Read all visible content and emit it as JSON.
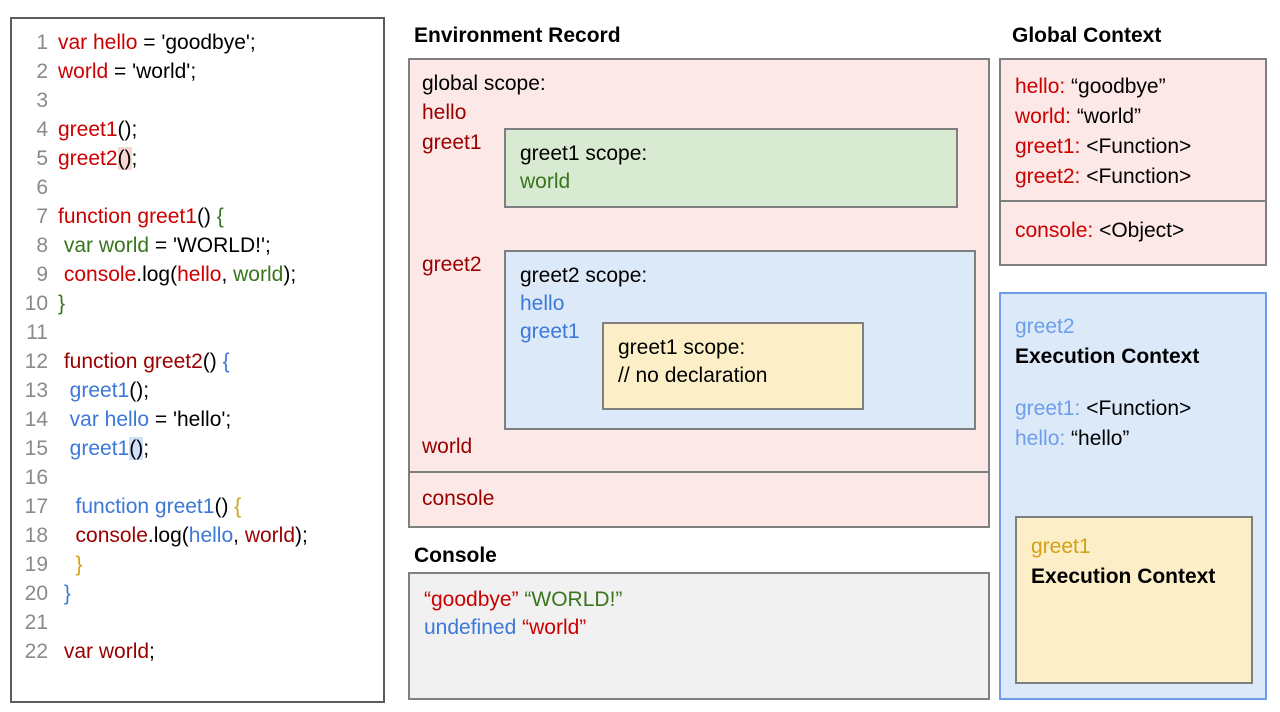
{
  "code_panel": {
    "name": "javascript-source-code",
    "lines": [
      {
        "n": "1",
        "tokens": [
          {
            "t": "var hello",
            "c": "red"
          },
          {
            "t": " = 'goodbye';",
            "c": "black"
          }
        ]
      },
      {
        "n": "2",
        "tokens": [
          {
            "t": "world",
            "c": "red"
          },
          {
            "t": " = 'world';",
            "c": "black"
          }
        ]
      },
      {
        "n": "3",
        "tokens": []
      },
      {
        "n": "4",
        "tokens": [
          {
            "t": "greet1",
            "c": "red"
          },
          {
            "t": "()",
            "c": "black"
          },
          {
            "t": ";",
            "c": "black"
          }
        ]
      },
      {
        "n": "5",
        "tokens": [
          {
            "t": "greet2",
            "c": "red"
          },
          {
            "t": "()",
            "c": "black",
            "hl": "pink"
          },
          {
            "t": ";",
            "c": "black"
          }
        ]
      },
      {
        "n": "6",
        "tokens": []
      },
      {
        "n": "7",
        "tokens": [
          {
            "t": "function greet1",
            "c": "red"
          },
          {
            "t": "() ",
            "c": "black"
          },
          {
            "t": "{",
            "c": "green"
          }
        ]
      },
      {
        "n": "8",
        "tokens": [
          {
            "t": " ",
            "c": "black"
          },
          {
            "t": "var world",
            "c": "green"
          },
          {
            "t": " = 'WORLD!';",
            "c": "black"
          }
        ]
      },
      {
        "n": "9",
        "tokens": [
          {
            "t": " ",
            "c": "black"
          },
          {
            "t": "console",
            "c": "red"
          },
          {
            "t": ".log(",
            "c": "black"
          },
          {
            "t": "hello",
            "c": "red"
          },
          {
            "t": ", ",
            "c": "black"
          },
          {
            "t": "world",
            "c": "green"
          },
          {
            "t": ");",
            "c": "black"
          }
        ]
      },
      {
        "n": "10",
        "tokens": [
          {
            "t": "}",
            "c": "green"
          }
        ]
      },
      {
        "n": "11",
        "tokens": []
      },
      {
        "n": "12",
        "tokens": [
          {
            "t": " ",
            "c": "black"
          },
          {
            "t": "function greet2",
            "c": "darkred"
          },
          {
            "t": "() ",
            "c": "black"
          },
          {
            "t": "{",
            "c": "blue"
          }
        ]
      },
      {
        "n": "13",
        "tokens": [
          {
            "t": "  ",
            "c": "black"
          },
          {
            "t": "greet1",
            "c": "blue"
          },
          {
            "t": "();",
            "c": "black"
          }
        ]
      },
      {
        "n": "14",
        "tokens": [
          {
            "t": "  ",
            "c": "black"
          },
          {
            "t": "var hello",
            "c": "blue"
          },
          {
            "t": " = 'hello';",
            "c": "black"
          }
        ]
      },
      {
        "n": "15",
        "tokens": [
          {
            "t": "  ",
            "c": "black"
          },
          {
            "t": "greet1",
            "c": "blue"
          },
          {
            "t": "()",
            "c": "black",
            "hl": "blue"
          },
          {
            "t": ";",
            "c": "black"
          }
        ]
      },
      {
        "n": "16",
        "tokens": []
      },
      {
        "n": "17",
        "tokens": [
          {
            "t": "   ",
            "c": "black"
          },
          {
            "t": "function greet1",
            "c": "blue"
          },
          {
            "t": "() ",
            "c": "black"
          },
          {
            "t": "{",
            "c": "gold"
          }
        ]
      },
      {
        "n": "18",
        "tokens": [
          {
            "t": "   ",
            "c": "black"
          },
          {
            "t": "console",
            "c": "darkred"
          },
          {
            "t": ".log(",
            "c": "black"
          },
          {
            "t": "hello",
            "c": "blue"
          },
          {
            "t": ", ",
            "c": "black"
          },
          {
            "t": "world",
            "c": "darkred"
          },
          {
            "t": ");",
            "c": "black"
          }
        ]
      },
      {
        "n": "19",
        "tokens": [
          {
            "t": "   ",
            "c": "black"
          },
          {
            "t": "}",
            "c": "gold"
          }
        ]
      },
      {
        "n": "20",
        "tokens": [
          {
            "t": " ",
            "c": "black"
          },
          {
            "t": "}",
            "c": "blue"
          }
        ]
      },
      {
        "n": "21",
        "tokens": []
      },
      {
        "n": "22",
        "tokens": [
          {
            "t": " ",
            "c": "black"
          },
          {
            "t": "var world",
            "c": "darkred"
          },
          {
            "t": ";",
            "c": "black"
          }
        ]
      }
    ]
  },
  "environment_record": {
    "title": "Environment Record",
    "global_scope_label": "global scope:",
    "global_names": [
      {
        "label": "hello",
        "color": "darkred"
      },
      {
        "label": "greet1",
        "color": "darkred"
      },
      {
        "label": "greet2",
        "color": "darkred"
      },
      {
        "label": "world",
        "color": "darkred"
      }
    ],
    "greet1_scope": {
      "title": "greet1 scope:",
      "entries": [
        {
          "label": "world",
          "color": "green"
        }
      ]
    },
    "greet2_scope": {
      "title": "greet2 scope:",
      "entries": [
        {
          "label": "hello",
          "color": "blue"
        },
        {
          "label": "greet1",
          "color": "blue"
        }
      ],
      "inner_greet1_scope": {
        "title": "greet1 scope:",
        "comment": "// no declaration"
      }
    },
    "console_entry": "console"
  },
  "console_panel": {
    "title": "Console",
    "lines": [
      [
        {
          "t": "“goodbye”",
          "c": "red"
        },
        {
          "t": " ",
          "c": "black"
        },
        {
          "t": "“WORLD!”",
          "c": "green"
        }
      ],
      [
        {
          "t": "undefined",
          "c": "blue"
        },
        {
          "t": " ",
          "c": "black"
        },
        {
          "t": "“world”",
          "c": "red"
        }
      ]
    ]
  },
  "global_context": {
    "title": "Global Context",
    "variables": [
      {
        "key": "hello",
        "value": "“goodbye”"
      },
      {
        "key": "world",
        "value": "“world”"
      },
      {
        "key": "greet1",
        "value": "<Function>"
      },
      {
        "key": "greet2",
        "value": "<Function>"
      }
    ],
    "console": {
      "key": "console",
      "value": "<Object>"
    }
  },
  "greet2_execution_context": {
    "name": "greet2",
    "heading": "Execution Context",
    "variables": [
      {
        "key": "greet1",
        "value": "<Function>"
      },
      {
        "key": "hello",
        "value": "“hello”"
      }
    ],
    "nested": {
      "name": "greet1",
      "heading": "Execution Context"
    }
  },
  "colors": {
    "red": "#cc0000",
    "dark_red": "#990000",
    "green": "#38761d",
    "blue": "#3c78d8",
    "light_blue": "#6d9eeb",
    "gold": "#d4a017",
    "pink_bg": "#fce8e6",
    "green_bg": "#d9ead3",
    "blue_bg": "#dce9f9",
    "yellow_bg": "#fcefc7",
    "gray_bg": "#f1f1f1",
    "border": "#7f7f7f"
  }
}
